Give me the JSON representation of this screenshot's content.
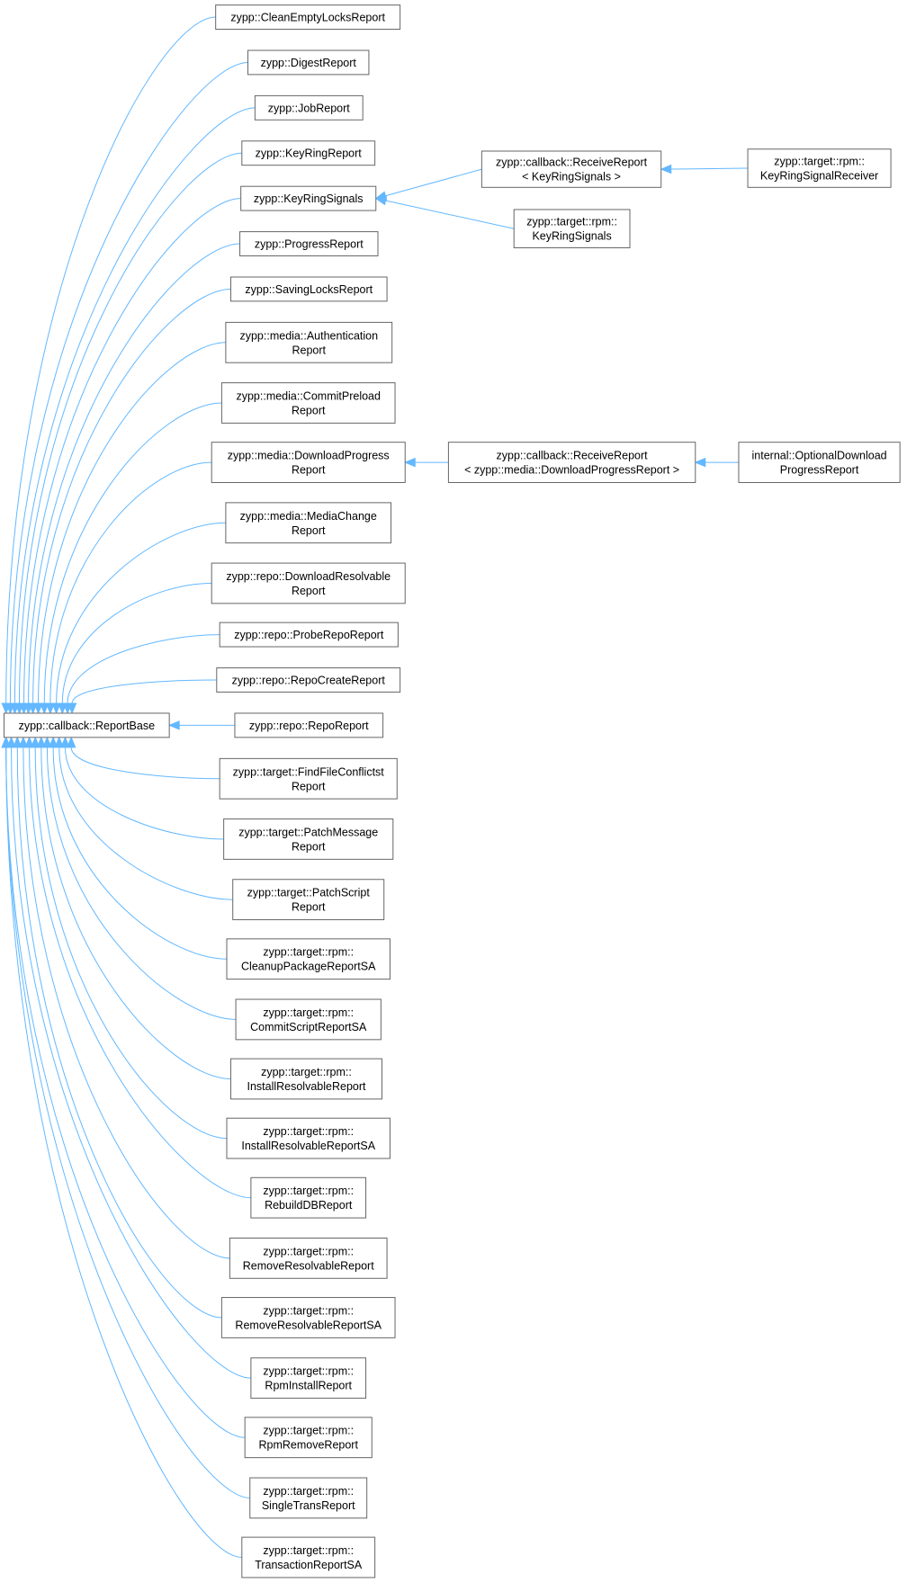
{
  "diagram": {
    "type": "class-inheritance-graph",
    "colors": {
      "edge": "#63b8ff",
      "node_border": "#666666",
      "node_fill": "#ffffff",
      "text": "#000000"
    },
    "root": {
      "id": "reportbase",
      "lines": [
        "zypp::callback::ReportBase"
      ]
    },
    "nodes": [
      {
        "id": "cleanemptylocks",
        "lines": [
          "zypp::CleanEmptyLocksReport"
        ]
      },
      {
        "id": "digest",
        "lines": [
          "zypp::DigestReport"
        ]
      },
      {
        "id": "job",
        "lines": [
          "zypp::JobReport"
        ]
      },
      {
        "id": "keyring",
        "lines": [
          "zypp::KeyRingReport"
        ]
      },
      {
        "id": "keyringsignals",
        "lines": [
          "zypp::KeyRingSignals"
        ]
      },
      {
        "id": "progress",
        "lines": [
          "zypp::ProgressReport"
        ]
      },
      {
        "id": "savinglocks",
        "lines": [
          "zypp::SavingLocksReport"
        ]
      },
      {
        "id": "media-auth",
        "lines": [
          "zypp::media::Authentication",
          "Report"
        ]
      },
      {
        "id": "media-commitpreload",
        "lines": [
          "zypp::media::CommitPreload",
          "Report"
        ]
      },
      {
        "id": "media-downloadprogress",
        "lines": [
          "zypp::media::DownloadProgress",
          "Report"
        ]
      },
      {
        "id": "media-mediachange",
        "lines": [
          "zypp::media::MediaChange",
          "Report"
        ]
      },
      {
        "id": "repo-downloadresolvable",
        "lines": [
          "zypp::repo::DownloadResolvable",
          "Report"
        ]
      },
      {
        "id": "repo-probe",
        "lines": [
          "zypp::repo::ProbeRepoReport"
        ]
      },
      {
        "id": "repo-create",
        "lines": [
          "zypp::repo::RepoCreateReport"
        ]
      },
      {
        "id": "repo-repo",
        "lines": [
          "zypp::repo::RepoReport"
        ]
      },
      {
        "id": "target-findfileconflicts",
        "lines": [
          "zypp::target::FindFileConflictst",
          "Report"
        ]
      },
      {
        "id": "target-patchmessage",
        "lines": [
          "zypp::target::PatchMessage",
          "Report"
        ]
      },
      {
        "id": "target-patchscript",
        "lines": [
          "zypp::target::PatchScript",
          "Report"
        ]
      },
      {
        "id": "rpm-cleanuppackage",
        "lines": [
          "zypp::target::rpm::",
          "CleanupPackageReportSA"
        ]
      },
      {
        "id": "rpm-commitscript",
        "lines": [
          "zypp::target::rpm::",
          "CommitScriptReportSA"
        ]
      },
      {
        "id": "rpm-installresolvable",
        "lines": [
          "zypp::target::rpm::",
          "InstallResolvableReport"
        ]
      },
      {
        "id": "rpm-installresolvablesa",
        "lines": [
          "zypp::target::rpm::",
          "InstallResolvableReportSA"
        ]
      },
      {
        "id": "rpm-rebuilddb",
        "lines": [
          "zypp::target::rpm::",
          "RebuildDBReport"
        ]
      },
      {
        "id": "rpm-removeresolvable",
        "lines": [
          "zypp::target::rpm::",
          "RemoveResolvableReport"
        ]
      },
      {
        "id": "rpm-removeresolvablesa",
        "lines": [
          "zypp::target::rpm::",
          "RemoveResolvableReportSA"
        ]
      },
      {
        "id": "rpm-rpminstall",
        "lines": [
          "zypp::target::rpm::",
          "RpmInstallReport"
        ]
      },
      {
        "id": "rpm-rpmremove",
        "lines": [
          "zypp::target::rpm::",
          "RpmRemoveReport"
        ]
      },
      {
        "id": "rpm-singletrans",
        "lines": [
          "zypp::target::rpm::",
          "SingleTransReport"
        ]
      },
      {
        "id": "rpm-transactionsa",
        "lines": [
          "zypp::target::rpm::",
          "TransactionReportSA"
        ]
      },
      {
        "id": "receive-keyringsignals",
        "lines": [
          "zypp::callback::ReceiveReport",
          "< KeyRingSignals >"
        ]
      },
      {
        "id": "rpm-keyringsignals",
        "lines": [
          "zypp::target::rpm::",
          "KeyRingSignals"
        ]
      },
      {
        "id": "rpm-keyringsignalreceiver",
        "lines": [
          "zypp::target::rpm::",
          "KeyRingSignalReceiver"
        ]
      },
      {
        "id": "receive-downloadprogress",
        "lines": [
          "zypp::callback::ReceiveReport",
          "< zypp::media::DownloadProgressReport >"
        ]
      },
      {
        "id": "internal-optionaldownload",
        "lines": [
          "internal::OptionalDownload",
          "ProgressReport"
        ]
      }
    ],
    "edges": [
      {
        "from": "cleanemptylocks",
        "to": "reportbase"
      },
      {
        "from": "digest",
        "to": "reportbase"
      },
      {
        "from": "job",
        "to": "reportbase"
      },
      {
        "from": "keyring",
        "to": "reportbase"
      },
      {
        "from": "keyringsignals",
        "to": "reportbase"
      },
      {
        "from": "progress",
        "to": "reportbase"
      },
      {
        "from": "savinglocks",
        "to": "reportbase"
      },
      {
        "from": "media-auth",
        "to": "reportbase"
      },
      {
        "from": "media-commitpreload",
        "to": "reportbase"
      },
      {
        "from": "media-downloadprogress",
        "to": "reportbase"
      },
      {
        "from": "media-mediachange",
        "to": "reportbase"
      },
      {
        "from": "repo-downloadresolvable",
        "to": "reportbase"
      },
      {
        "from": "repo-probe",
        "to": "reportbase"
      },
      {
        "from": "repo-create",
        "to": "reportbase"
      },
      {
        "from": "repo-repo",
        "to": "reportbase"
      },
      {
        "from": "target-findfileconflicts",
        "to": "reportbase"
      },
      {
        "from": "target-patchmessage",
        "to": "reportbase"
      },
      {
        "from": "target-patchscript",
        "to": "reportbase"
      },
      {
        "from": "rpm-cleanuppackage",
        "to": "reportbase"
      },
      {
        "from": "rpm-commitscript",
        "to": "reportbase"
      },
      {
        "from": "rpm-installresolvable",
        "to": "reportbase"
      },
      {
        "from": "rpm-installresolvablesa",
        "to": "reportbase"
      },
      {
        "from": "rpm-rebuilddb",
        "to": "reportbase"
      },
      {
        "from": "rpm-removeresolvable",
        "to": "reportbase"
      },
      {
        "from": "rpm-removeresolvablesa",
        "to": "reportbase"
      },
      {
        "from": "rpm-rpminstall",
        "to": "reportbase"
      },
      {
        "from": "rpm-rpmremove",
        "to": "reportbase"
      },
      {
        "from": "rpm-singletrans",
        "to": "reportbase"
      },
      {
        "from": "rpm-transactionsa",
        "to": "reportbase"
      },
      {
        "from": "receive-keyringsignals",
        "to": "keyringsignals"
      },
      {
        "from": "rpm-keyringsignals",
        "to": "keyringsignals"
      },
      {
        "from": "rpm-keyringsignalreceiver",
        "to": "receive-keyringsignals"
      },
      {
        "from": "receive-downloadprogress",
        "to": "media-downloadprogress"
      },
      {
        "from": "internal-optionaldownload",
        "to": "receive-downloadprogress"
      }
    ]
  }
}
